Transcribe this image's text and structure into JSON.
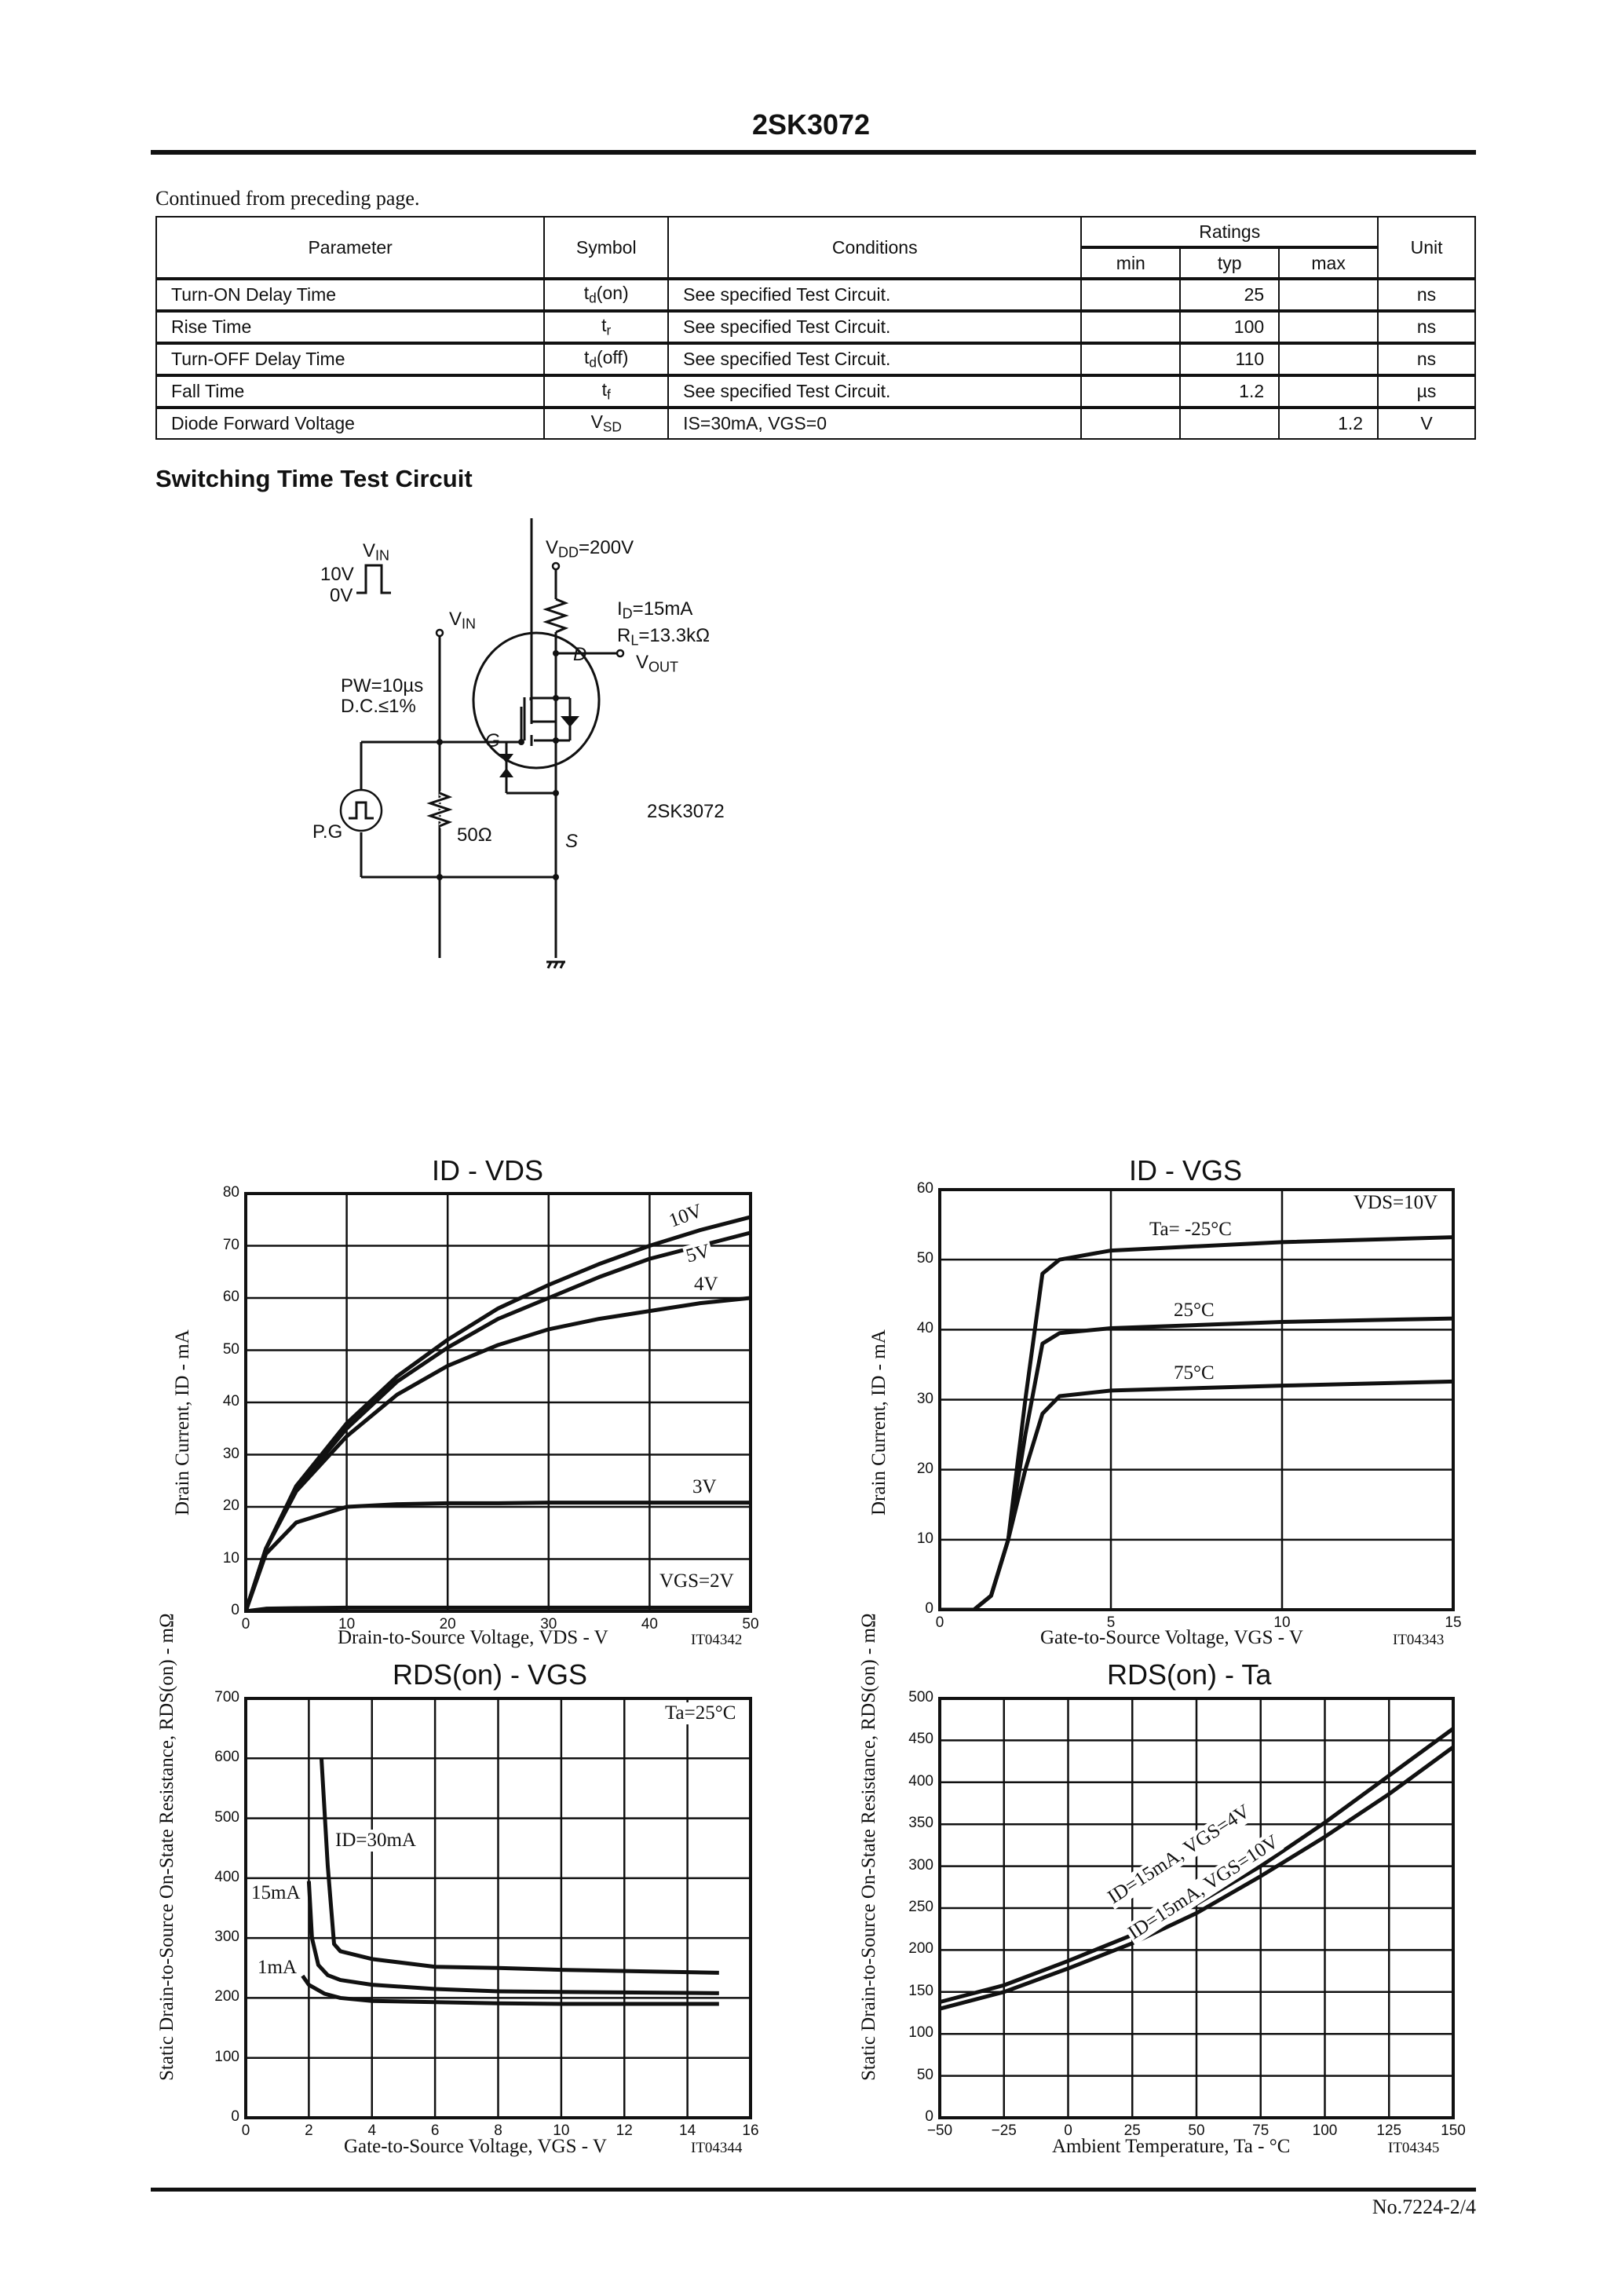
{
  "header": {
    "title": "2SK3072"
  },
  "continued_note": "Continued from preceding page.",
  "table": {
    "headers": {
      "parameter": "Parameter",
      "symbol": "Symbol",
      "conditions": "Conditions",
      "ratings": "Ratings",
      "min": "min",
      "typ": "typ",
      "max": "max",
      "unit": "Unit"
    },
    "rows": [
      {
        "parameter": "Turn-ON Delay Time",
        "symbol_main": "t",
        "symbol_sub": "d",
        "symbol_tail": "(on)",
        "conditions": "See specified Test Circuit.",
        "min": "",
        "typ": "25",
        "max": "",
        "unit": "ns"
      },
      {
        "parameter": "Rise Time",
        "symbol_main": "t",
        "symbol_sub": "r",
        "symbol_tail": "",
        "conditions": "See specified Test Circuit.",
        "min": "",
        "typ": "100",
        "max": "",
        "unit": "ns"
      },
      {
        "parameter": "Turn-OFF Delay Time",
        "symbol_main": "t",
        "symbol_sub": "d",
        "symbol_tail": "(off)",
        "conditions": "See specified Test Circuit.",
        "min": "",
        "typ": "110",
        "max": "",
        "unit": "ns"
      },
      {
        "parameter": "Fall Time",
        "symbol_main": "t",
        "symbol_sub": "f",
        "symbol_tail": "",
        "conditions": "See specified Test Circuit.",
        "min": "",
        "typ": "1.2",
        "max": "",
        "unit": "µs"
      },
      {
        "parameter": "Diode Forward Voltage",
        "symbol_main": "V",
        "symbol_sub": "SD",
        "symbol_tail": "",
        "conditions": "IS=30mA, VGS=0",
        "min": "",
        "typ": "",
        "max": "1.2",
        "unit": "V"
      }
    ]
  },
  "section": {
    "title": "Switching Time Test Circuit"
  },
  "circuit": {
    "vin_label": "V",
    "vin_sub": "IN",
    "pulse_high": "10V",
    "pulse_low": "0V",
    "vdd": "V",
    "vdd_sub": "DD",
    "vdd_value": "=200V",
    "id": "I",
    "id_sub": "D",
    "id_value": "=15mA",
    "rl": "R",
    "rl_sub": "L",
    "rl_value": "=13.3kΩ",
    "vout": "V",
    "vout_sub": "OUT",
    "drain": "D",
    "gate": "G",
    "source": "S",
    "pw": "PW=10µs",
    "dc": "D.C.≤1%",
    "pg": "P.G",
    "r_gate": "50Ω",
    "device": "2SK3072"
  },
  "chart_data": [
    {
      "type": "line",
      "title": "ID - VDS",
      "xlabel": "Drain-to-Source Voltage, VDS - V",
      "ylabel": "Drain Current, ID - mA",
      "xlim": [
        0,
        50
      ],
      "ylim": [
        0,
        80
      ],
      "xticks": [
        "0",
        "10",
        "20",
        "30",
        "40",
        "50"
      ],
      "yticks": [
        "0",
        "10",
        "20",
        "30",
        "40",
        "50",
        "60",
        "70",
        "80"
      ],
      "grid": true,
      "figure_id": "IT04342",
      "x": [
        0,
        2,
        5,
        10,
        15,
        20,
        25,
        30,
        35,
        40,
        45,
        50
      ],
      "series": [
        {
          "name": "10V",
          "values": [
            0,
            12,
            24,
            36,
            45,
            52,
            58,
            62.5,
            66.5,
            70,
            73,
            75.5
          ]
        },
        {
          "name": "5V",
          "values": [
            0,
            12,
            23.5,
            35,
            44,
            50.5,
            56,
            60,
            64,
            67.5,
            70,
            72.5
          ]
        },
        {
          "name": "4V",
          "values": [
            0,
            12,
            23,
            33.5,
            41.5,
            47,
            51,
            54,
            56,
            57.5,
            59,
            60
          ]
        },
        {
          "name": "3V",
          "values": [
            0,
            11,
            17,
            20,
            20.5,
            20.7,
            20.7,
            20.8,
            20.8,
            20.8,
            20.8,
            20.8
          ]
        },
        {
          "name": "VGS=2V",
          "values": [
            0,
            0.5,
            0.6,
            0.7,
            0.7,
            0.7,
            0.7,
            0.7,
            0.7,
            0.7,
            0.7,
            0.7
          ]
        }
      ]
    },
    {
      "type": "line",
      "title": "ID - VGS",
      "xlabel": "Gate-to-Source Voltage, VGS - V",
      "ylabel": "Drain Current, ID - mA",
      "xlim": [
        0,
        15
      ],
      "ylim": [
        0,
        60
      ],
      "xticks": [
        "0",
        "5",
        "10",
        "15"
      ],
      "yticks": [
        "0",
        "10",
        "20",
        "30",
        "40",
        "50",
        "60"
      ],
      "grid": true,
      "annotation": "VDS=10V",
      "figure_id": "IT04343",
      "x": [
        0,
        1,
        1.5,
        2,
        2.5,
        3,
        3.5,
        5,
        10,
        15
      ],
      "series": [
        {
          "name": "Ta= -25°C",
          "values": [
            0,
            0,
            2,
            10,
            30,
            48,
            50,
            51.3,
            52.5,
            53.2
          ]
        },
        {
          "name": "25°C",
          "values": [
            0,
            0,
            2,
            10,
            25,
            38,
            39.5,
            40.2,
            41.1,
            41.6
          ]
        },
        {
          "name": "75°C",
          "values": [
            0,
            0,
            2,
            10,
            20,
            28,
            30.5,
            31.3,
            32,
            32.6
          ]
        }
      ]
    },
    {
      "type": "line",
      "title": "RDS(on) - VGS",
      "xlabel": "Gate-to-Source Voltage, VGS - V",
      "ylabel": "Static Drain-to-Source On-State Resistance, RDS(on) - mΩ",
      "xlim": [
        0,
        16
      ],
      "ylim": [
        0,
        700
      ],
      "xticks": [
        "0",
        "2",
        "4",
        "6",
        "8",
        "10",
        "12",
        "14",
        "16"
      ],
      "yticks": [
        "0",
        "100",
        "200",
        "300",
        "400",
        "500",
        "600",
        "700"
      ],
      "grid": true,
      "annotation": "Ta=25°C",
      "figure_id": "IT04344",
      "series": [
        {
          "name": "ID=30mA",
          "x": [
            2.4,
            2.6,
            2.8,
            3,
            4,
            6,
            8,
            10,
            12,
            15
          ],
          "values": [
            600,
            420,
            290,
            278,
            265,
            252,
            250,
            247,
            245,
            242
          ]
        },
        {
          "name": "15mA",
          "x": [
            2.0,
            2.1,
            2.3,
            2.6,
            3,
            4,
            6,
            8,
            10,
            15
          ],
          "values": [
            395,
            300,
            255,
            238,
            230,
            222,
            215,
            211,
            210,
            208
          ]
        },
        {
          "name": "1mA",
          "x": [
            1.8,
            2.0,
            2.5,
            3,
            4,
            6,
            8,
            10,
            15
          ],
          "values": [
            237,
            222,
            207,
            200,
            195,
            193,
            191,
            190,
            190
          ]
        }
      ]
    },
    {
      "type": "line",
      "title": "RDS(on) - Ta",
      "xlabel": "Ambient Temperature, Ta - °C",
      "ylabel": "Static Drain-to-Source On-State Resistance, RDS(on) - mΩ",
      "xlim": [
        -50,
        150
      ],
      "ylim": [
        0,
        500
      ],
      "xticks": [
        "-50",
        "-25",
        "0",
        "25",
        "50",
        "75",
        "100",
        "125",
        "150"
      ],
      "yticks": [
        "0",
        "50",
        "100",
        "150",
        "200",
        "250",
        "300",
        "350",
        "400",
        "450",
        "500"
      ],
      "grid": true,
      "figure_id": "IT04345",
      "x": [
        -50,
        -25,
        0,
        25,
        50,
        75,
        100,
        125,
        150
      ],
      "series": [
        {
          "name": "ID=15mA, VGS=4V",
          "values": [
            138,
            158,
            187,
            218,
            255,
            300,
            352,
            408,
            464
          ]
        },
        {
          "name": "ID=15mA, VGS=10V",
          "values": [
            130,
            150,
            178,
            208,
            244,
            288,
            335,
            386,
            442
          ]
        }
      ]
    }
  ],
  "footer": {
    "page": "No.7224-2/4"
  }
}
